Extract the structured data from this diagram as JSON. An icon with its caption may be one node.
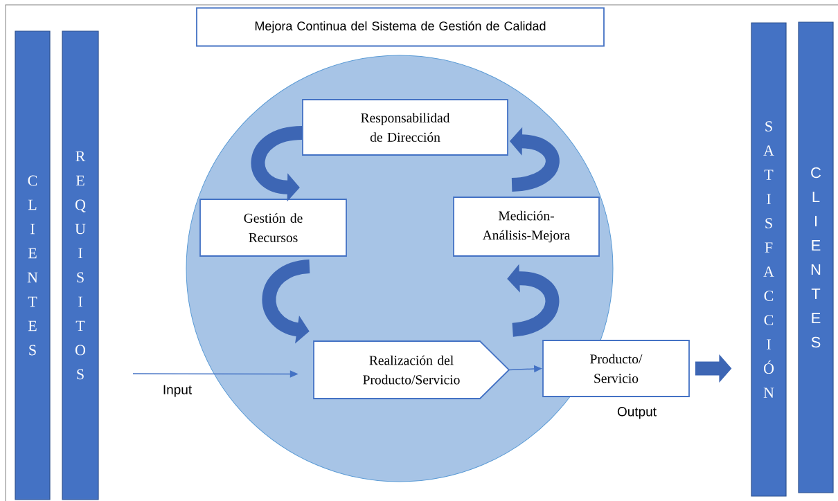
{
  "diagram": {
    "nodes": [
      {
        "text": [
          "Mejora Continua del Sistema de Gestión de Calidad"
        ]
      },
      {
        "text": [
          "CLIENTES"
        ]
      },
      {
        "text": [
          "REQUISITOS"
        ]
      },
      {
        "text": [
          "Responsabilidad de Dirección"
        ]
      },
      {
        "text": [
          "Gestión de Recursos"
        ]
      },
      {
        "text": [
          "Medición-Análisis-Mejora"
        ]
      },
      {
        "text": [
          "Realización del Producto/Servicio"
        ]
      },
      {
        "text": [
          "Producto/ Servicio"
        ],
        "beside": [
          "Output"
        ]
      },
      {
        "text": [
          "SATISFACCIÓN"
        ]
      },
      {
        "text": [
          "CLIENTES"
        ]
      }
    ],
    "edges": [
      {
        "from": 3,
        "to": 4,
        "arrow": "to"
      },
      {
        "from": 4,
        "to": 6,
        "arrow": "to"
      },
      {
        "from": 6,
        "to": 5,
        "arrow": "to"
      },
      {
        "from": 5,
        "to": 3,
        "arrow": "to"
      },
      {
        "from": null,
        "to": 6,
        "arrow": "to",
        "label": "Input",
        "color": "#4472c4"
      },
      {
        "from": 6,
        "to": 7,
        "arrow": "to",
        "color": "#4472c4"
      },
      {
        "from": 7,
        "to": 8,
        "arrow": "to"
      }
    ]
  }
}
